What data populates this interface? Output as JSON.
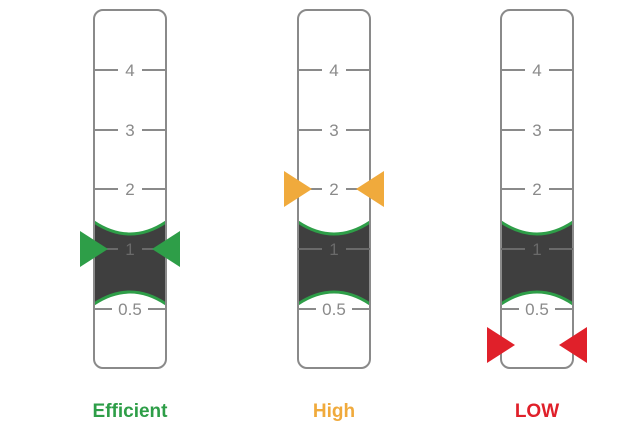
{
  "scale_ticks": [
    "4",
    "3",
    "2",
    "1",
    "0.5"
  ],
  "gauges": [
    {
      "id": "efficient",
      "label": "Efficient",
      "color": "#2e9e48",
      "indicator_level": "1",
      "indicator_side": "inner"
    },
    {
      "id": "high",
      "label": "High",
      "color": "#f0aa3c",
      "indicator_level": "2",
      "indicator_side": "inner"
    },
    {
      "id": "low",
      "label": "LOW",
      "color": "#e0202a",
      "indicator_level": "below 0.5",
      "indicator_side": "inner"
    }
  ],
  "colors": {
    "tube_outline": "#8a8a8a",
    "fill": "#3f3f3f",
    "meniscus": "#2e9e48",
    "tick": "#8a8a8a"
  }
}
